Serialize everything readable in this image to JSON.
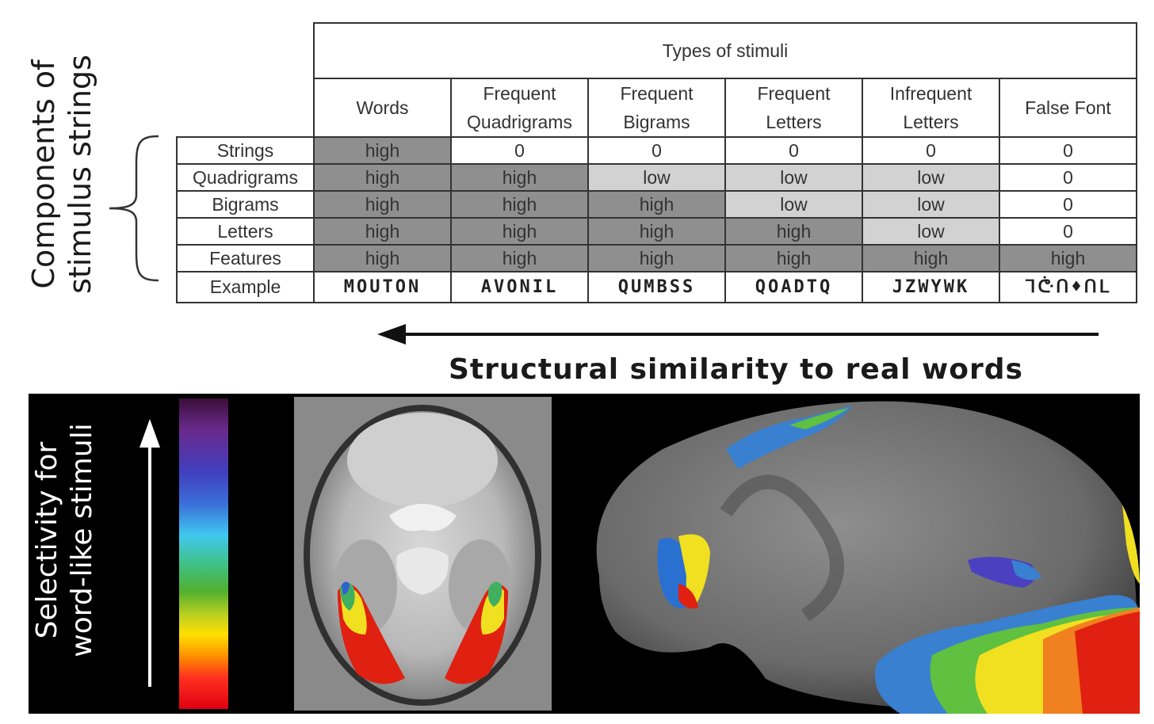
{
  "labels": {
    "components_line1": "Components of",
    "components_line2": "stimulus strings",
    "similarity_caption": "Structural similarity to real words",
    "selectivity_line1": "Selectivity for",
    "selectivity_line2": "word-like stimuli"
  },
  "table": {
    "types_header": "Types of stimuli",
    "columns": [
      {
        "line1": "Words",
        "line2": ""
      },
      {
        "line1": "Frequent",
        "line2": "Quadrigrams"
      },
      {
        "line1": "Frequent",
        "line2": "Bigrams"
      },
      {
        "line1": "Frequent",
        "line2": "Letters"
      },
      {
        "line1": "Infrequent",
        "line2": "Letters"
      },
      {
        "line1": "False Font",
        "line2": ""
      }
    ],
    "rows": [
      {
        "label": "Strings",
        "cells": [
          "high",
          "0",
          "0",
          "0",
          "0",
          "0"
        ],
        "levels": [
          "high",
          "zero",
          "zero",
          "zero",
          "zero",
          "zero"
        ]
      },
      {
        "label": "Quadrigrams",
        "cells": [
          "high",
          "high",
          "low",
          "low",
          "low",
          "0"
        ],
        "levels": [
          "high",
          "high",
          "low",
          "low",
          "low",
          "zero"
        ]
      },
      {
        "label": "Bigrams",
        "cells": [
          "high",
          "high",
          "high",
          "low",
          "low",
          "0"
        ],
        "levels": [
          "high",
          "high",
          "high",
          "low",
          "low",
          "zero"
        ]
      },
      {
        "label": "Letters",
        "cells": [
          "high",
          "high",
          "high",
          "high",
          "low",
          "0"
        ],
        "levels": [
          "high",
          "high",
          "high",
          "high",
          "low",
          "zero"
        ]
      },
      {
        "label": "Features",
        "cells": [
          "high",
          "high",
          "high",
          "high",
          "high",
          "high"
        ],
        "levels": [
          "high",
          "high",
          "high",
          "high",
          "high",
          "high"
        ]
      }
    ],
    "example_label": "Example",
    "examples": [
      "MOUTON",
      "AVONIL",
      "QUMBSS",
      "QOADTQ",
      "JZWYWK",
      "ᒣᕩᑎ♦ᑎᒪ"
    ]
  },
  "colors": {
    "high": "#8f8f8f",
    "low": "#d2d2d2",
    "zero": "#ffffff"
  }
}
